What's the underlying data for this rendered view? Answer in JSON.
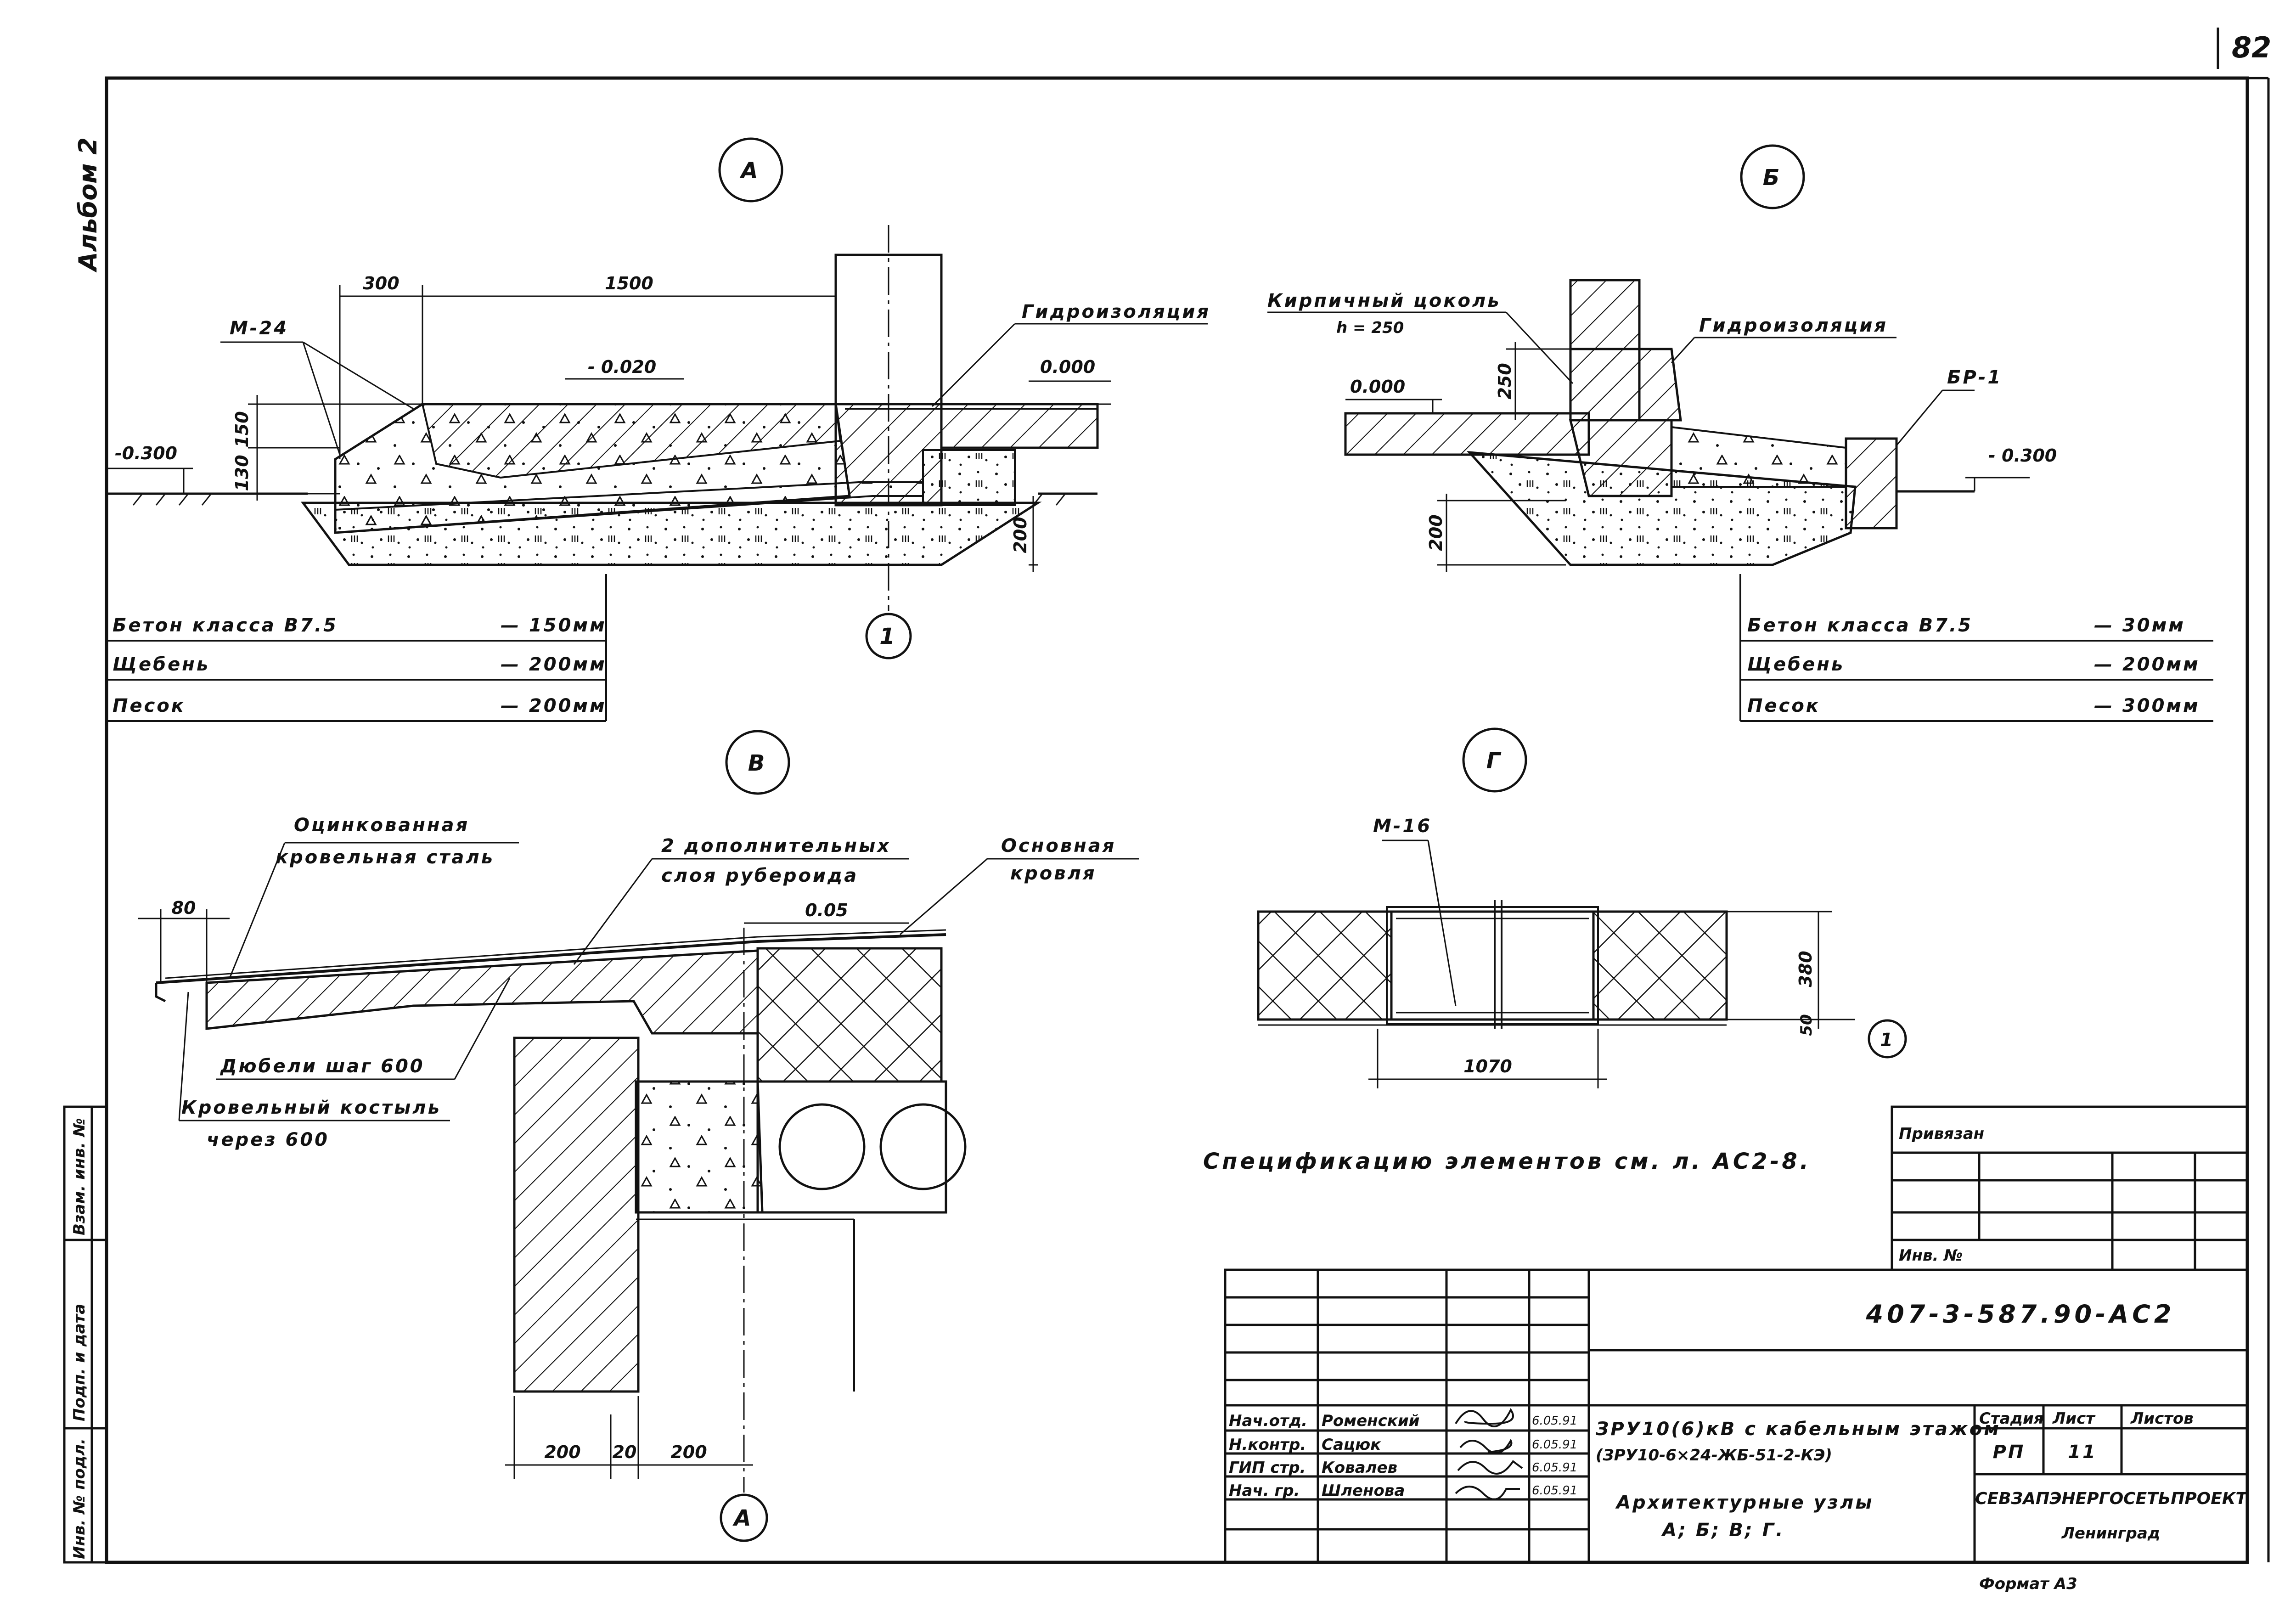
{
  "sheet": {
    "page_number": "82",
    "album": "Альбом 2",
    "format": "Формат А3"
  },
  "stamps": {
    "inv_podl": "Инв. № подл.",
    "podp_data": "Подп. и дата",
    "vzam_inv": "Взам. инв. №"
  },
  "node_a": {
    "marker": "А",
    "axis": "1",
    "labels": {
      "m24": "М-24",
      "hydro": "Гидроизоляция",
      "lvl_m020": "- 0.020",
      "lvl_000": "0.000",
      "lvl_m300": "-0.300",
      "d300": "300",
      "d1500": "1500",
      "d150": "150",
      "d130": "130",
      "d200": "200"
    },
    "layers": [
      {
        "name": "Бетон класса В7.5",
        "value": "— 150мм"
      },
      {
        "name": "Щебень",
        "value": "— 200мм"
      },
      {
        "name": "Песок",
        "value": "— 200мм"
      }
    ]
  },
  "node_b": {
    "marker": "Б",
    "labels": {
      "plinth": "Кирпичный цоколь",
      "plinth_h": "h = 250",
      "hydro": "Гидроизоляция",
      "br1": "БР-1",
      "lvl_000": "0.000",
      "lvl_m300": "- 0.300",
      "d250": "250",
      "d200": "200"
    },
    "layers": [
      {
        "name": "Бетон класса В7.5",
        "value": "— 30мм"
      },
      {
        "name": "Щебень",
        "value": "— 200мм"
      },
      {
        "name": "Песок",
        "value": "— 300мм"
      }
    ]
  },
  "node_v": {
    "marker": "В",
    "axis": "А",
    "labels": {
      "steel": [
        "Оцинкованная",
        "кровельная сталь"
      ],
      "layers": [
        "2 дополнительных",
        "слоя рубероида"
      ],
      "roof": [
        "Основная",
        "кровля"
      ],
      "d80": "80",
      "d005": "0.05",
      "dowels": "Дюбели шаг 600",
      "crutch": [
        "Кровельный костыль",
        "через 600"
      ],
      "d200a": "200",
      "d20": "20",
      "d200b": "200"
    }
  },
  "node_g": {
    "marker": "Г",
    "axis": "1",
    "labels": {
      "m16": "М-16",
      "d380": "380",
      "d50": "50",
      "d1070": "1070"
    }
  },
  "spec_note": "Спецификацию элементов см. л. АС2-8.",
  "privyazan": {
    "title": "Привязан",
    "inv": "Инв. №"
  },
  "title_block": {
    "code": "407-3-587.90-АС2",
    "signers": [
      {
        "role": "Нач.отд.",
        "name": "Роменский",
        "date": "6.05.91"
      },
      {
        "role": "Н.контр.",
        "name": "Сацюк",
        "date": "6.05.91"
      },
      {
        "role": "ГИП стр.",
        "name": "Ковалев",
        "date": "6.05.91"
      },
      {
        "role": "Нач. гр.",
        "name": "Шленова",
        "date": "6.05.91"
      }
    ],
    "object_line1": "ЗРУ10(6)кВ с кабельным этажом",
    "object_line2": "(ЗРУ10-6×24-ЖБ-51-2-КЭ)",
    "drawing_line1": "Архитектурные узлы",
    "drawing_line2": "А; Б; В; Г.",
    "stage_hdr": "Стадия",
    "sheet_hdr": "Лист",
    "sheets_hdr": "Листов",
    "stage": "РП",
    "sheet": "11",
    "sheets": "",
    "org1": "СЕВЗАПЭНЕРГОСЕТЬПРОЕКТ",
    "org2": "Ленинград"
  }
}
